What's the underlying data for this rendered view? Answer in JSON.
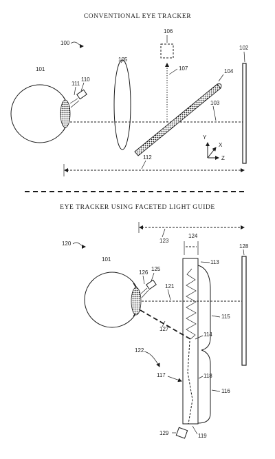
{
  "top_diagram": {
    "title": "CONVENTIONAL EYE TRACKER",
    "refs": {
      "assembly": "100",
      "eye": "101",
      "display": "102",
      "optical_axis": "103",
      "mirror": "104",
      "lens": "105",
      "camera": "106",
      "reflected_path": "107",
      "cornea": "110",
      "light_source": "111",
      "length": "112"
    },
    "axes": {
      "y": "Y",
      "x": "X",
      "z": "Z"
    }
  },
  "bottom_diagram": {
    "title": "EYE TRACKER USING FACETED LIGHT GUIDE",
    "refs": {
      "assembly": "120",
      "eye": "101",
      "display": "128",
      "optical_axis": "121",
      "reflected_ray": "127",
      "length": "123",
      "guide_width": "124",
      "light_source": "125",
      "cornea": "126",
      "faceted_guide": "113",
      "facet": "114",
      "optic_top": "115",
      "optic_bottom": "116",
      "inner_wall": "117",
      "outer_wall": "118",
      "exit_end": "119",
      "camera": "129",
      "ray_group": "122"
    }
  }
}
